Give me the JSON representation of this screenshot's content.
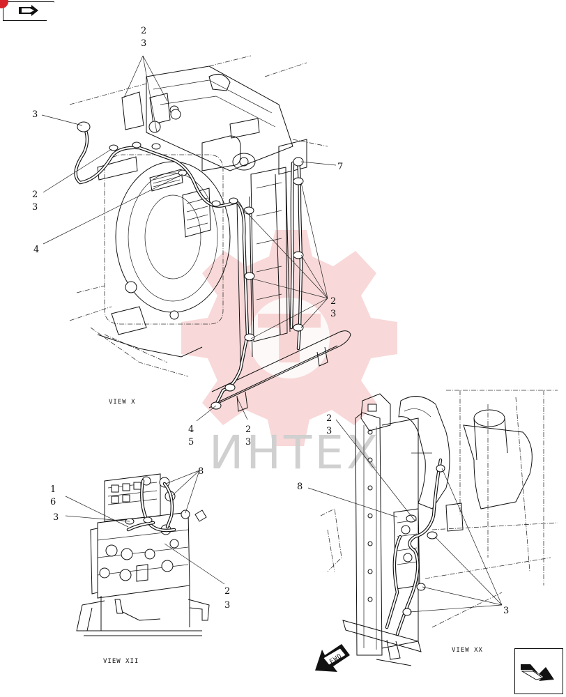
{
  "watermark": {
    "text": "ИНТЕХ",
    "color": "#f2b8b8"
  },
  "views": {
    "x": "VIEW X",
    "xii": "VIEW XII",
    "xx": "VIEW XX"
  },
  "callouts": {
    "top_2": "2",
    "top_3": "3",
    "left_3": "3",
    "left_2": "2",
    "left_2b": "3",
    "left_4": "4",
    "right_7": "7",
    "mid_2": "2",
    "mid_3": "3",
    "bot_4": "4",
    "bot_5": "5",
    "bot_2": "2",
    "bot_3": "3",
    "xii_8": "8",
    "xii_1": "1",
    "xii_6": "6",
    "xii_3": "3",
    "xii_2": "2",
    "xii_2b": "3",
    "xx_2": "2",
    "xx_3": "3",
    "xx_8": "8",
    "xx_3b": "3"
  },
  "fwd_label": "FWD",
  "nav": {
    "top_icon": "previous-page-icon",
    "bottom_icon": "next-page-icon"
  }
}
